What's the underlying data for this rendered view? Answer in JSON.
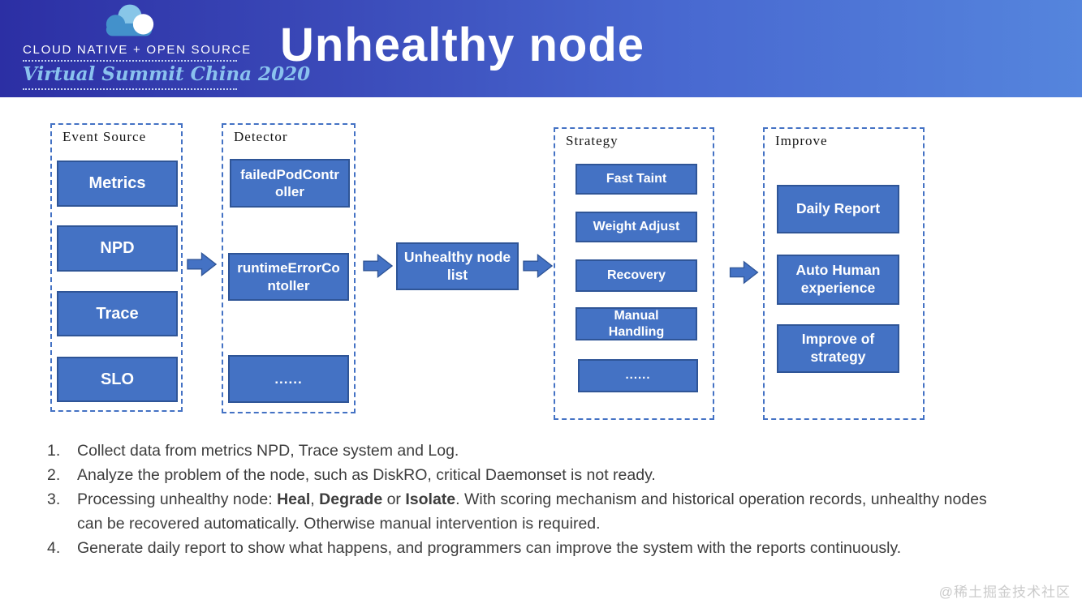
{
  "header": {
    "logo": {
      "line1": "CLOUD NATIVE + OPEN SOURCE",
      "line2": "Virtual Summit China 2020",
      "cloud_icon": "cloud-icon"
    },
    "title": "Unhealthy node",
    "gradient_left": "#2c2fa4",
    "gradient_right": "#5585dd"
  },
  "diagram": {
    "colors": {
      "box_fill": "#4472c4",
      "box_border": "#2f5597",
      "dashed_border": "#4472c4",
      "box_text": "#ffffff"
    },
    "arrow_icon": "right-block-arrow",
    "columns": [
      {
        "label": "Event Source",
        "items": [
          "Metrics",
          "NPD",
          "Trace",
          "SLO"
        ]
      },
      {
        "label": "Detector",
        "items": [
          "failedPodContr\noller",
          "runtimeErrorCo\nntoller",
          "......"
        ]
      },
      {
        "label": "Strategy",
        "items": [
          "Fast Taint",
          "Weight Adjust",
          "Recovery",
          "Manual\nHandling",
          "......"
        ]
      },
      {
        "label": "Improve",
        "items": [
          "Daily Report",
          "Auto Human\nexperience",
          "Improve of\nstrategy"
        ]
      }
    ],
    "center_box": "Unhealthy node\nlist"
  },
  "notes": {
    "items": [
      {
        "number": "1.",
        "segments": [
          {
            "text": "Collect data from metrics NPD, Trace system and Log."
          }
        ]
      },
      {
        "number": "2.",
        "segments": [
          {
            "text": "Analyze the problem of the node, such as DiskRO, critical Daemonset is not ready."
          }
        ]
      },
      {
        "number": "3.",
        "segments": [
          {
            "text": "Processing unhealthy node: "
          },
          {
            "text": "Heal",
            "bold": true
          },
          {
            "text": ", "
          },
          {
            "text": "Degrade",
            "bold": true
          },
          {
            "text": " or "
          },
          {
            "text": "Isolate",
            "bold": true
          },
          {
            "text": ". With scoring mechanism and historical operation records, unhealthy nodes can be recovered automatically. Otherwise manual intervention is required."
          }
        ]
      },
      {
        "number": "4.",
        "segments": [
          {
            "text": "Generate daily report to show what happens, and programmers can improve the system with the reports continuously."
          }
        ]
      }
    ]
  },
  "watermark": "@稀土掘金技术社区"
}
